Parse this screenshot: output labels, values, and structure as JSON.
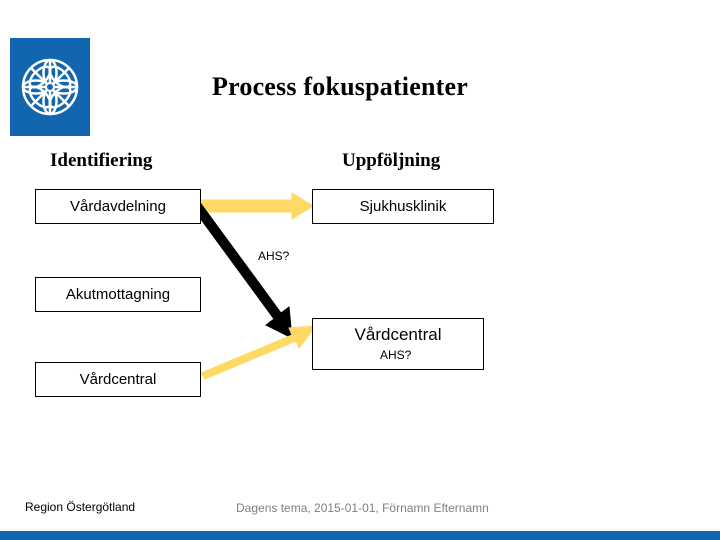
{
  "slide": {
    "title": "Process fokuspatienter",
    "columns": [
      {
        "label": "Identifiering"
      },
      {
        "label": "Uppföljning"
      }
    ],
    "boxes": [
      {
        "id": "vardavdelning",
        "label": "Vårdavdelning"
      },
      {
        "id": "sjukhusklinik",
        "label": "Sjukhusklinik"
      },
      {
        "id": "akutmottagning",
        "label": "Akutmottagning"
      },
      {
        "id": "vardcentral-1",
        "label": "Vårdcentral"
      },
      {
        "id": "vardcentral-2",
        "label": "Vårdcentral"
      }
    ],
    "annotations": [
      {
        "id": "ahs-1",
        "label": "AHS?"
      },
      {
        "id": "ahs-2",
        "label": "AHS?"
      }
    ],
    "colors": {
      "brand_blue": "#1266b0",
      "arrow_yellow": "#ffd966",
      "arrow_black": "#000000",
      "footer_grey": "#808080"
    },
    "footer": {
      "left": "Region Östergötland",
      "center": "Dagens tema, 2015-01-01, Förnamn Efternamn"
    }
  }
}
